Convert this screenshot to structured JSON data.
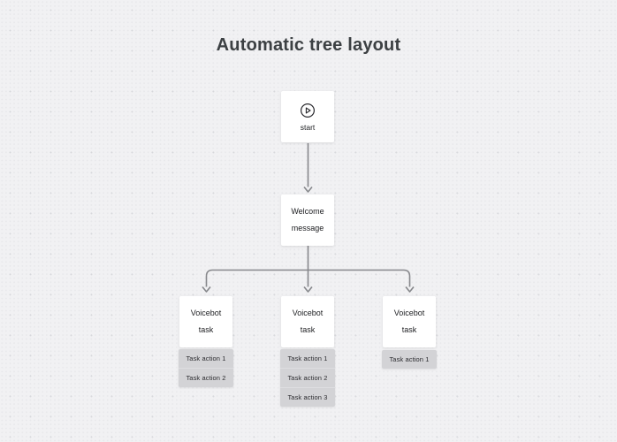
{
  "title": "Automatic tree layout",
  "colors": {
    "background": "#f1f1f3",
    "card": "#ffffff",
    "action_gray": "#d3d3d6",
    "connector_gray": "#86878b",
    "title_text": "#3c4043",
    "node_text": "#202124"
  },
  "nodes": {
    "start": {
      "label": "start",
      "icon": "play-circle-icon"
    },
    "welcome": {
      "label": "Welcome message"
    },
    "tasks": [
      {
        "label": "Voicebot task",
        "actions": [
          "Task action 1",
          "Task action 2"
        ]
      },
      {
        "label": "Voicebot task",
        "actions": [
          "Task action 1",
          "Task action 2",
          "Task action 3"
        ]
      },
      {
        "label": "Voicebot task",
        "actions": [
          "Task action 1"
        ]
      }
    ]
  }
}
